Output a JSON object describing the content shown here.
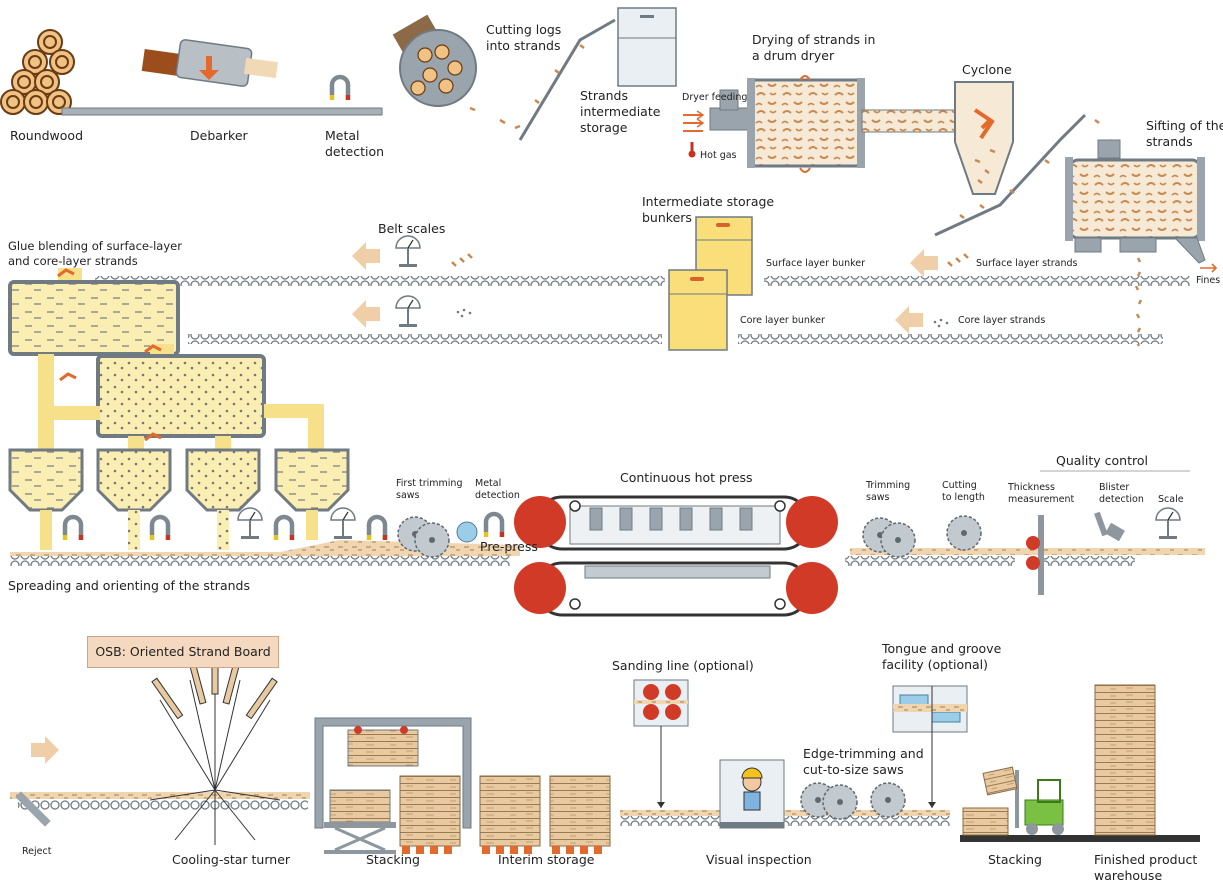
{
  "colors": {
    "steel": "#9aa4ad",
    "steel_dark": "#6f7a83",
    "glue_yellow": "#f7e08a",
    "bunker_yellow": "#f9de7a",
    "strand_tan": "#e8c79a",
    "press_red": "#d23a28",
    "arrow_orange": "#e36a2c",
    "arrow_tan": "#f0cfa8",
    "roller_grey": "#8e979e",
    "badge_bg": "#f4d8bf"
  },
  "row1": {
    "roundwood": "Roundwood",
    "debarker": "Debarker",
    "metal_detection": [
      "Metal",
      "detection"
    ],
    "cutting": [
      "Cutting logs",
      "into strands"
    ],
    "strands_storage": [
      "Strands",
      "intermediate",
      "storage"
    ],
    "dryer_feeding": "Dryer feeding",
    "hot_gas": "Hot gas",
    "drying": [
      "Drying of strands in",
      "a drum dryer"
    ],
    "cyclone": "Cyclone",
    "sifting": [
      "Sifting of the",
      "strands"
    ],
    "fines": "Fines"
  },
  "row2": {
    "belt_scales": "Belt scales",
    "intermediate_bunkers": [
      "Intermediate storage",
      "bunkers"
    ],
    "glue_blending": [
      "Glue blending of surface-layer",
      "and core-layer strands"
    ],
    "surface_bunker": "Surface layer bunker",
    "surface_strands": "Surface layer strands",
    "core_bunker": "Core layer bunker",
    "core_strands": "Core layer strands"
  },
  "row3": {
    "first_trimming": [
      "First trimming",
      "saws"
    ],
    "metal_detection": [
      "Metal",
      "detection"
    ],
    "continuous_press": "Continuous hot press",
    "pre_press": "Pre-press",
    "trimming_saws": [
      "Trimming",
      "saws"
    ],
    "cutting_length": [
      "Cutting",
      "to length"
    ],
    "quality_control": "Quality control",
    "thickness": [
      "Thickness",
      "measurement"
    ],
    "blister": [
      "Blister",
      "detection"
    ],
    "scale": "Scale",
    "spreading": "Spreading and orienting of the strands"
  },
  "badge": "OSB: Oriented Strand Board",
  "row4": {
    "sanding": "Sanding line (optional)",
    "tongue_groove": [
      "Tongue and groove",
      "facility (optional)"
    ],
    "edge_trimming": [
      "Edge-trimming and",
      "cut-to-size saws"
    ],
    "reject": "Reject",
    "cooling_star": "Cooling-star turner",
    "stacking_1": "Stacking",
    "interim_storage": "Interim storage",
    "visual_inspection": "Visual inspection",
    "stacking_2": "Stacking",
    "warehouse": [
      "Finished product",
      "warehouse"
    ]
  }
}
